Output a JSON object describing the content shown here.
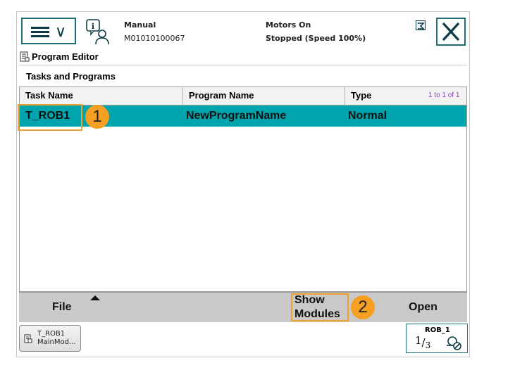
{
  "header": {
    "mode": "Manual",
    "controller_id": "M01010100067",
    "motors_status": "Motors On",
    "speed_status": "Stopped (Speed 100%)"
  },
  "window": {
    "title": "Program Editor"
  },
  "section": {
    "label": "Tasks and Programs"
  },
  "table": {
    "columns": [
      "Task Name",
      "Program Name",
      "Type"
    ],
    "range": "1 to 1 of 1",
    "rows": [
      {
        "task": "T_ROB1",
        "program": "NewProgramName",
        "type": "Normal"
      }
    ]
  },
  "annotations": {
    "badge_1": "1",
    "badge_2": "2"
  },
  "commands": {
    "file": "File",
    "show_modules_line1": "Show",
    "show_modules_line2": "Modules",
    "open": "Open"
  },
  "taskbar": {
    "task_line1": "T_ROB1",
    "task_line2": "MainMod...",
    "rob_label": "ROB_1",
    "fraction_num": "1",
    "fraction_den": "3"
  },
  "colors": {
    "accent": "#1f6f7a",
    "selected_row": "#00a4ad",
    "highlight": "#f0a030",
    "badge": "#f5a023"
  },
  "icons": [
    "menu-icon",
    "chevron-down-icon",
    "info-user-icon",
    "close-icon",
    "document-icon",
    "collapse-icon",
    "rob-mechanical-unit-icon"
  ]
}
